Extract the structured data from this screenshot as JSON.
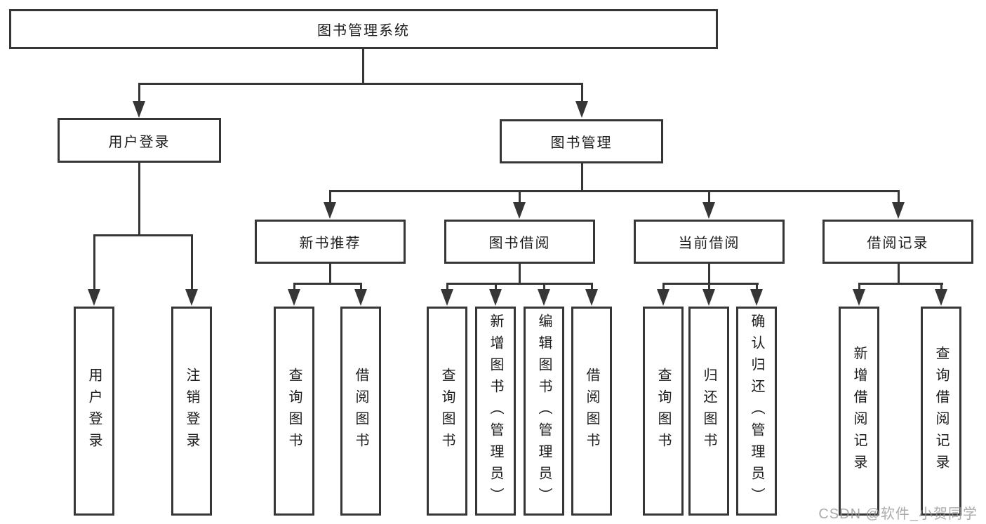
{
  "colors": {
    "line": "#363636",
    "text": "#1c1c1c",
    "background": "#ffffff",
    "watermark": "#969696"
  },
  "watermark": {
    "text": "CSDN @软件_小贺同学"
  },
  "tree": {
    "root": "图书管理系统",
    "branches": [
      {
        "label": "用户登录",
        "leaves": [
          "用户登录",
          "注销登录"
        ]
      },
      {
        "label": "图书管理",
        "children": [
          {
            "label": "新书推荐",
            "leaves": [
              "查询图书",
              "借阅图书"
            ]
          },
          {
            "label": "图书借阅",
            "leaves": [
              "查询图书",
              "新增图书（管理员）",
              "编辑图书（管理员）",
              "借阅图书"
            ]
          },
          {
            "label": "当前借阅",
            "leaves": [
              "查询图书",
              "归还图书",
              "确认归还（管理员）"
            ]
          },
          {
            "label": "借阅记录",
            "leaves": [
              "新增借阅记录",
              "查询借阅记录"
            ]
          }
        ]
      }
    ]
  }
}
